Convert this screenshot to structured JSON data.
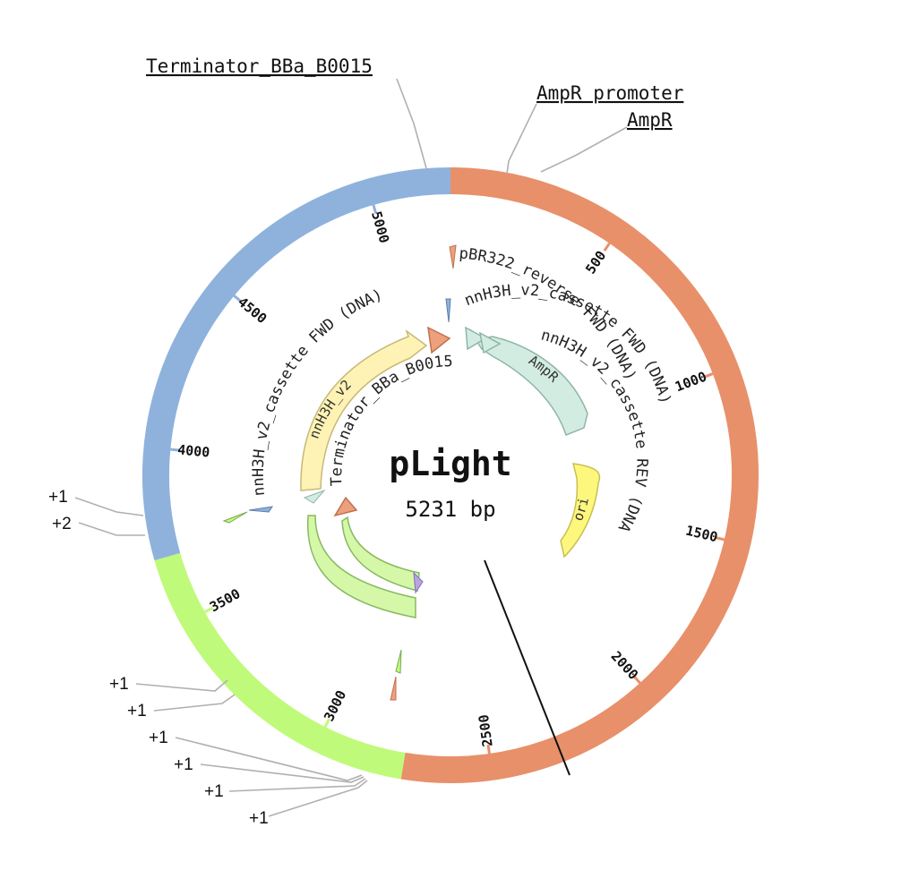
{
  "plasmid": {
    "name": "pLight",
    "length_label": "5231 bp",
    "length": 5231
  },
  "colors": {
    "orange": "#e8906a",
    "blue": "#8fb2dc",
    "green": "#c0fa7a",
    "ampr_fill": "#d3ece2",
    "ampr_stroke": "#8fb5a8",
    "nnh3h_fill": "#fef3b4",
    "nnh3h_stroke": "#c8b878",
    "ori_fill": "#fdf77e",
    "ori_stroke": "#c8c050",
    "green_arrow_fill": "#d4f8a8",
    "green_arrow_stroke": "#88b860",
    "term_fill": "#eda07c",
    "term_stroke": "#c07050"
  },
  "ring_segments": [
    {
      "name": "orange-segment",
      "start": 0,
      "end": 2750,
      "color": "#e8906a"
    },
    {
      "name": "green-segment",
      "start": 2750,
      "end": 3690,
      "color": "#c0fa7a"
    },
    {
      "name": "blue-segment",
      "start": 3690,
      "end": 5231,
      "color": "#8fb2dc"
    }
  ],
  "ticks": [
    {
      "bp": 500,
      "label": "500"
    },
    {
      "bp": 1000,
      "label": "1000"
    },
    {
      "bp": 1500,
      "label": "1500"
    },
    {
      "bp": 2000,
      "label": "2000"
    },
    {
      "bp": 2500,
      "label": "2500"
    },
    {
      "bp": 3000,
      "label": "3000"
    },
    {
      "bp": 3500,
      "label": "3500"
    },
    {
      "bp": 4000,
      "label": "4000"
    },
    {
      "bp": 4500,
      "label": "4500"
    },
    {
      "bp": 5000,
      "label": "5000"
    }
  ],
  "external_labels": {
    "terminator": "Terminator_BBa_B0015",
    "ampr_promoter": "AmpR promoter",
    "ampr": "AmpR"
  },
  "plus_labels": [
    "+1",
    "+2",
    "+1",
    "+1",
    "+1",
    "+1",
    "+1",
    "+1"
  ],
  "primers": {
    "pbr322": "pBR322_reverse FWD (DNA)",
    "nnh3h_fwd_outer": "nnH3H_v2_cassette FWD (DNA)",
    "nnh3h_fwd_inner": "nnH3H_v2_cassette FWD (DNA)",
    "nnh3h_rev": "nnH3H_v2_cassette REV (DNA)"
  },
  "features": {
    "ampr": "AmpR",
    "ori": "ori",
    "nnh3h": "nnH3H_v2",
    "terminator_inner": "Terminator_BBa_B0015"
  }
}
